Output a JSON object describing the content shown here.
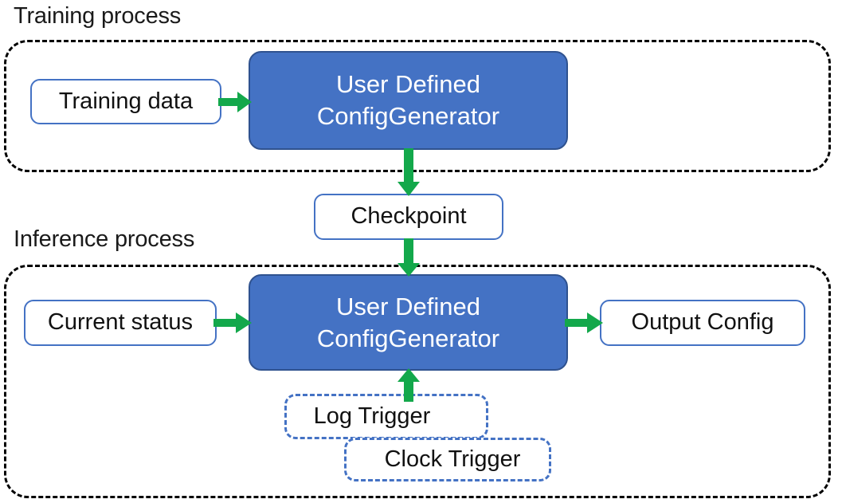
{
  "diagram": {
    "title_training": "Training process",
    "title_inference": "Inference process",
    "colors": {
      "node_fill_blue": "#4472C4",
      "node_border_blue": "#2F528F",
      "plain_border_blue": "#4472C4",
      "arrow_green": "#13A84B",
      "group_border": "#000000",
      "text_dark": "#111111",
      "text_light": "#FFFFFF",
      "background": "#FFFFFF"
    },
    "groups": [
      {
        "name": "training",
        "label": "Training process",
        "border_style": "dashed"
      },
      {
        "name": "inference",
        "label": "Inference process",
        "border_style": "dashed"
      }
    ],
    "nodes": {
      "training_data": "Training data",
      "train_generator": "User Defined\nConfigGenerator",
      "train_generator_line1": "User Defined",
      "train_generator_line2": "ConfigGenerator",
      "checkpoint": "Checkpoint",
      "current_status": "Current status",
      "infer_generator_line1": "User Defined",
      "infer_generator_line2": "ConfigGenerator",
      "output_config": "Output Config",
      "log_trigger": "Log Trigger",
      "clock_trigger": "Clock Trigger"
    },
    "arrows": [
      {
        "name": "training-data-to-generator",
        "from": "Training data",
        "to": "User Defined ConfigGenerator",
        "direction": "right"
      },
      {
        "name": "generator-to-checkpoint",
        "from": "User Defined ConfigGenerator",
        "to": "Checkpoint",
        "direction": "down"
      },
      {
        "name": "checkpoint-to-inference-generator",
        "from": "Checkpoint",
        "to": "User Defined ConfigGenerator",
        "direction": "down"
      },
      {
        "name": "current-status-to-generator",
        "from": "Current status",
        "to": "User Defined ConfigGenerator",
        "direction": "right"
      },
      {
        "name": "generator-to-output-config",
        "from": "User Defined ConfigGenerator",
        "to": "Output Config",
        "direction": "right"
      },
      {
        "name": "triggers-to-generator",
        "from": "Log Trigger / Clock Trigger",
        "to": "User Defined ConfigGenerator",
        "direction": "up"
      }
    ]
  }
}
